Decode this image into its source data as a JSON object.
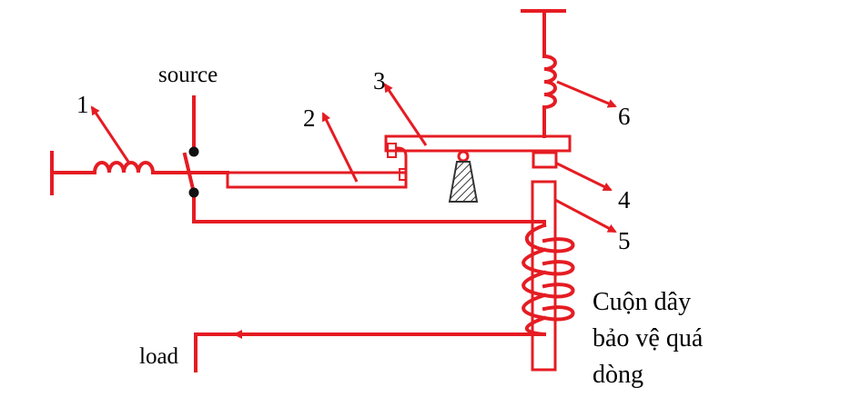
{
  "colors": {
    "wire": "#e51c23",
    "text": "#000000",
    "hatch": "#333333",
    "background": "#ffffff"
  },
  "labels": {
    "source": "source",
    "load": "load",
    "part_1": "1",
    "part_2": "2",
    "part_3": "3",
    "part_4": "4",
    "part_5": "5",
    "part_6": "6",
    "coil_line_1": "Cuộn dây",
    "coil_line_2": "bảo vệ quá",
    "coil_line_3": "dòng"
  }
}
